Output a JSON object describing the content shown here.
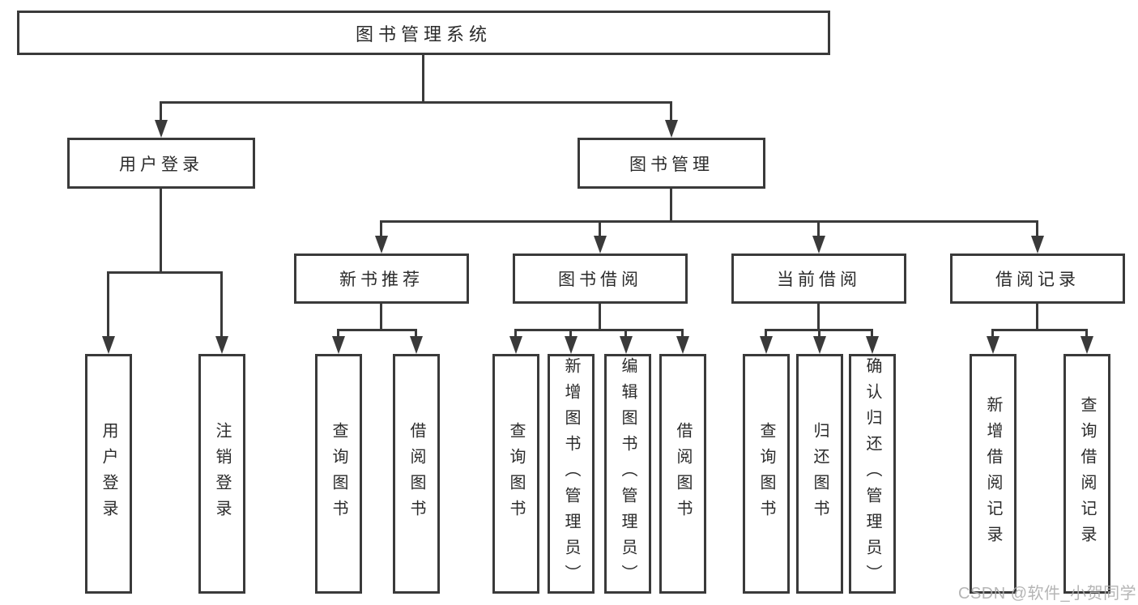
{
  "tree": {
    "root": {
      "label": "图书管理系统",
      "children": [
        {
          "label": "用户登录",
          "children": [
            {
              "label": "用户登录"
            },
            {
              "label": "注销登录"
            }
          ]
        },
        {
          "label": "图书管理",
          "children": [
            {
              "label": "新书推荐",
              "children": [
                {
                  "label": "查询图书"
                },
                {
                  "label": "借阅图书"
                }
              ]
            },
            {
              "label": "图书借阅",
              "children": [
                {
                  "label": "查询图书"
                },
                {
                  "label": "新增图书（管理员）"
                },
                {
                  "label": "编辑图书（管理员）"
                },
                {
                  "label": "借阅图书"
                }
              ]
            },
            {
              "label": "当前借阅",
              "children": [
                {
                  "label": "查询图书"
                },
                {
                  "label": "归还图书"
                },
                {
                  "label": "确认归还（管理员）"
                }
              ]
            },
            {
              "label": "借阅记录",
              "children": [
                {
                  "label": "新增借阅记录"
                },
                {
                  "label": "查询借阅记录"
                }
              ]
            }
          ]
        }
      ]
    }
  },
  "watermark": {
    "text": "CSDN @软件_小贺同学"
  },
  "colors": {
    "line": "#3a3a3a",
    "text": "#2b2b2b",
    "watermark": "#aeaeae",
    "bg": "#ffffff"
  }
}
